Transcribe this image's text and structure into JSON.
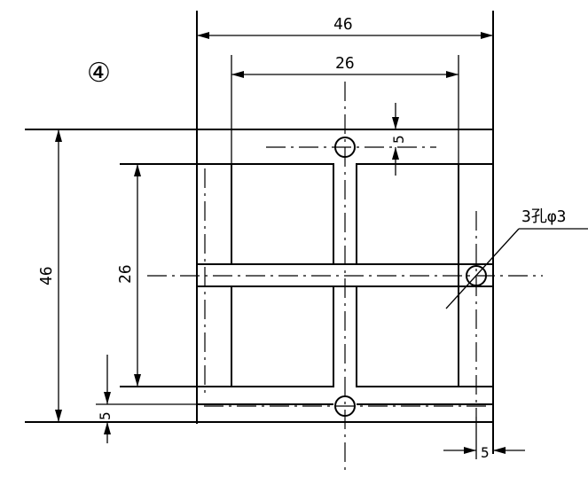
{
  "figure": {
    "label": "④",
    "dimensions": {
      "outer_width": "46",
      "inner_width": "26",
      "outer_height": "46",
      "inner_height": "26",
      "bottom_margin": "5",
      "top_slot": "5",
      "right_margin": "5"
    },
    "hole_note": "3孔φ3"
  }
}
